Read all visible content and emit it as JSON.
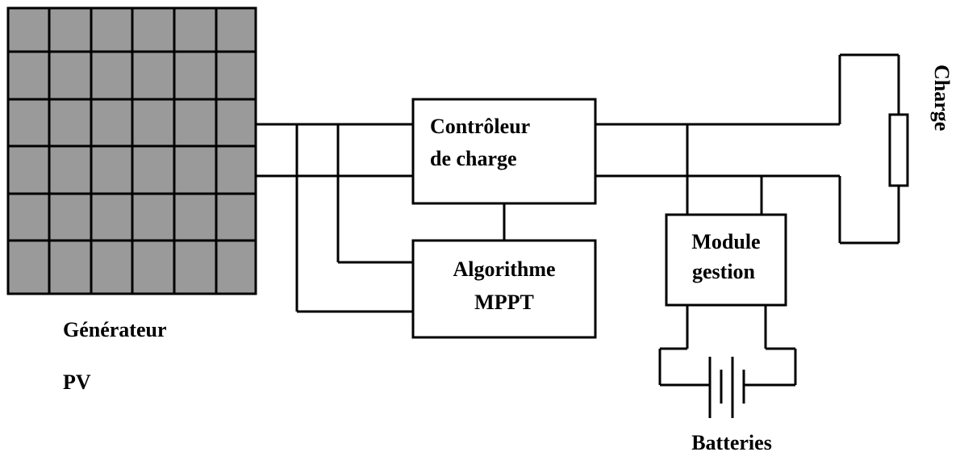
{
  "colors": {
    "pv_cell": "#9a9a9a",
    "stroke": "#000000",
    "background": "#ffffff"
  },
  "pv": {
    "label_line1": "Générateur",
    "label_line2": "PV"
  },
  "controller": {
    "line1": "Contrôleur",
    "line2": "de charge"
  },
  "mppt": {
    "line1": "Algorithme",
    "line2": "MPPT"
  },
  "management": {
    "line1": "Module",
    "line2": "gestion"
  },
  "battery": {
    "label": "Batteries"
  },
  "load": {
    "label": "Charge"
  }
}
